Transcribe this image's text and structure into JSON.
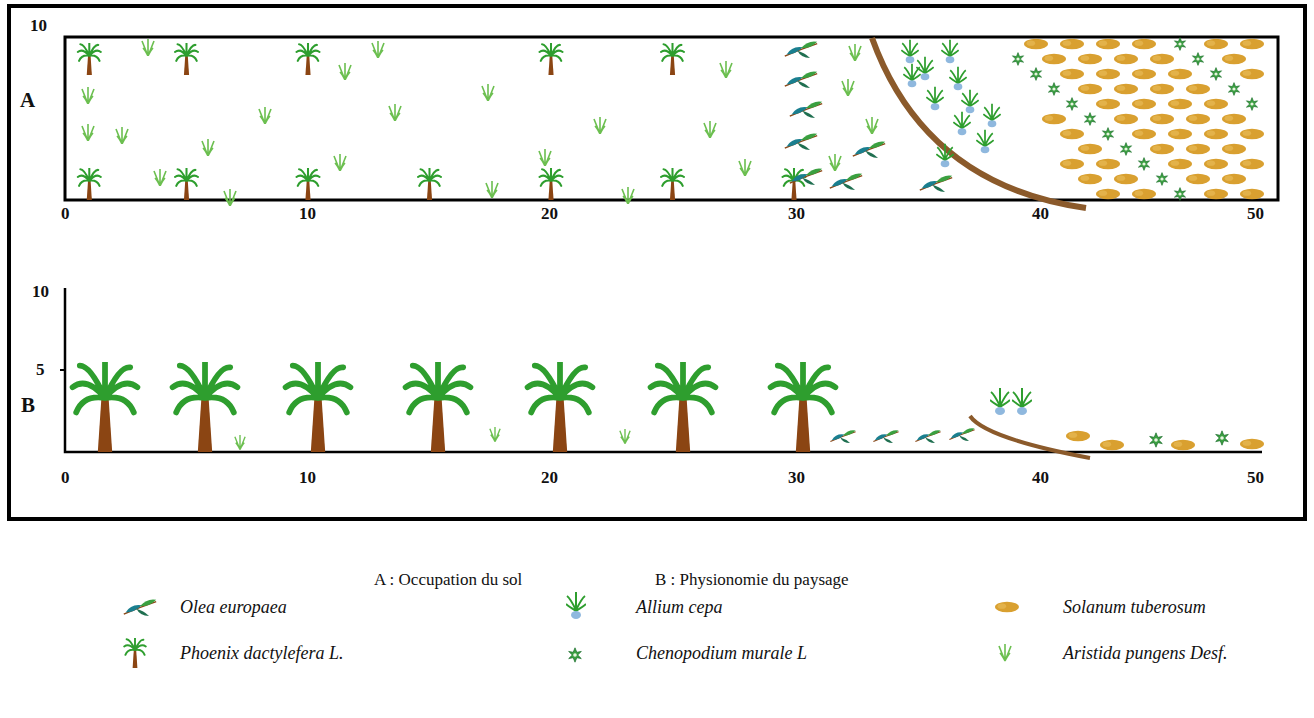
{
  "diagram": {
    "labels": [
      "10",
      "A",
      "0",
      "10",
      "20",
      "30",
      "40",
      "50",
      "10",
      "5",
      "B",
      "0",
      "10",
      "20",
      "30",
      "40",
      "50",
      "A : Occupation du sol",
      "B : Physionomie du paysage"
    ],
    "legend": [
      {
        "text": "Olea europaea"
      },
      {
        "text": "Allium cepa"
      },
      {
        "text": "Solanum tuberosum"
      },
      {
        "text": "Phoenix dactylefera L."
      },
      {
        "text": "Chenopodium murale L"
      },
      {
        "text": "Aristida pungens Desf."
      }
    ]
  }
}
